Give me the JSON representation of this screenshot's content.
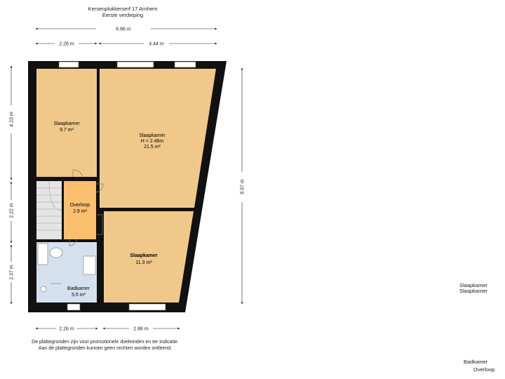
{
  "header": {
    "address": "Kersenplukkerserf 17 Arnhem",
    "floor": "Eerste verdieping"
  },
  "rooms": {
    "slaapkamer_tl": {
      "name": "Slaapkamer",
      "area": "9.7 m²"
    },
    "slaapkamer_tr": {
      "name": "Slaapkamer",
      "height": "H = 2.46m",
      "area": "21.5 m²"
    },
    "overloop": {
      "name": "Overloop",
      "area": "2.9 m²"
    },
    "slaapkamer_br": {
      "name": "Slaapkamer",
      "area": "11.3 m²"
    },
    "badkamer": {
      "name": "Badkamer",
      "area": "5.5 m²"
    }
  },
  "dimensions": {
    "top_total": "6.86 m",
    "top_left": "2.28 m",
    "top_right": "4.44 m",
    "left_top": "4.23 m",
    "left_mid": "2.22 m",
    "left_bottom": "2.37 m",
    "right_total": "8.97 m",
    "bottom_left": "2.26 m",
    "bottom_right": "2.88 m"
  },
  "disclaimer": {
    "line1": "De plattegronden zijn voor promotionele doeleinden en ter indicatie.",
    "line2": "Aan de plattegronden kunnen geen rechten worden ontleend."
  },
  "side_labels": {
    "slaapkamer_1": "Slaapkamer",
    "slaapkamer_2": "Slaapkamer",
    "badkamer": "Badkamer",
    "overloop": "Overloop"
  },
  "colors": {
    "wall": "#111111",
    "bedroom": "#f0c98a",
    "overloop": "#f9bf6e",
    "bathroom": "#d4e0ee",
    "stairs": "#e4e4e4"
  }
}
